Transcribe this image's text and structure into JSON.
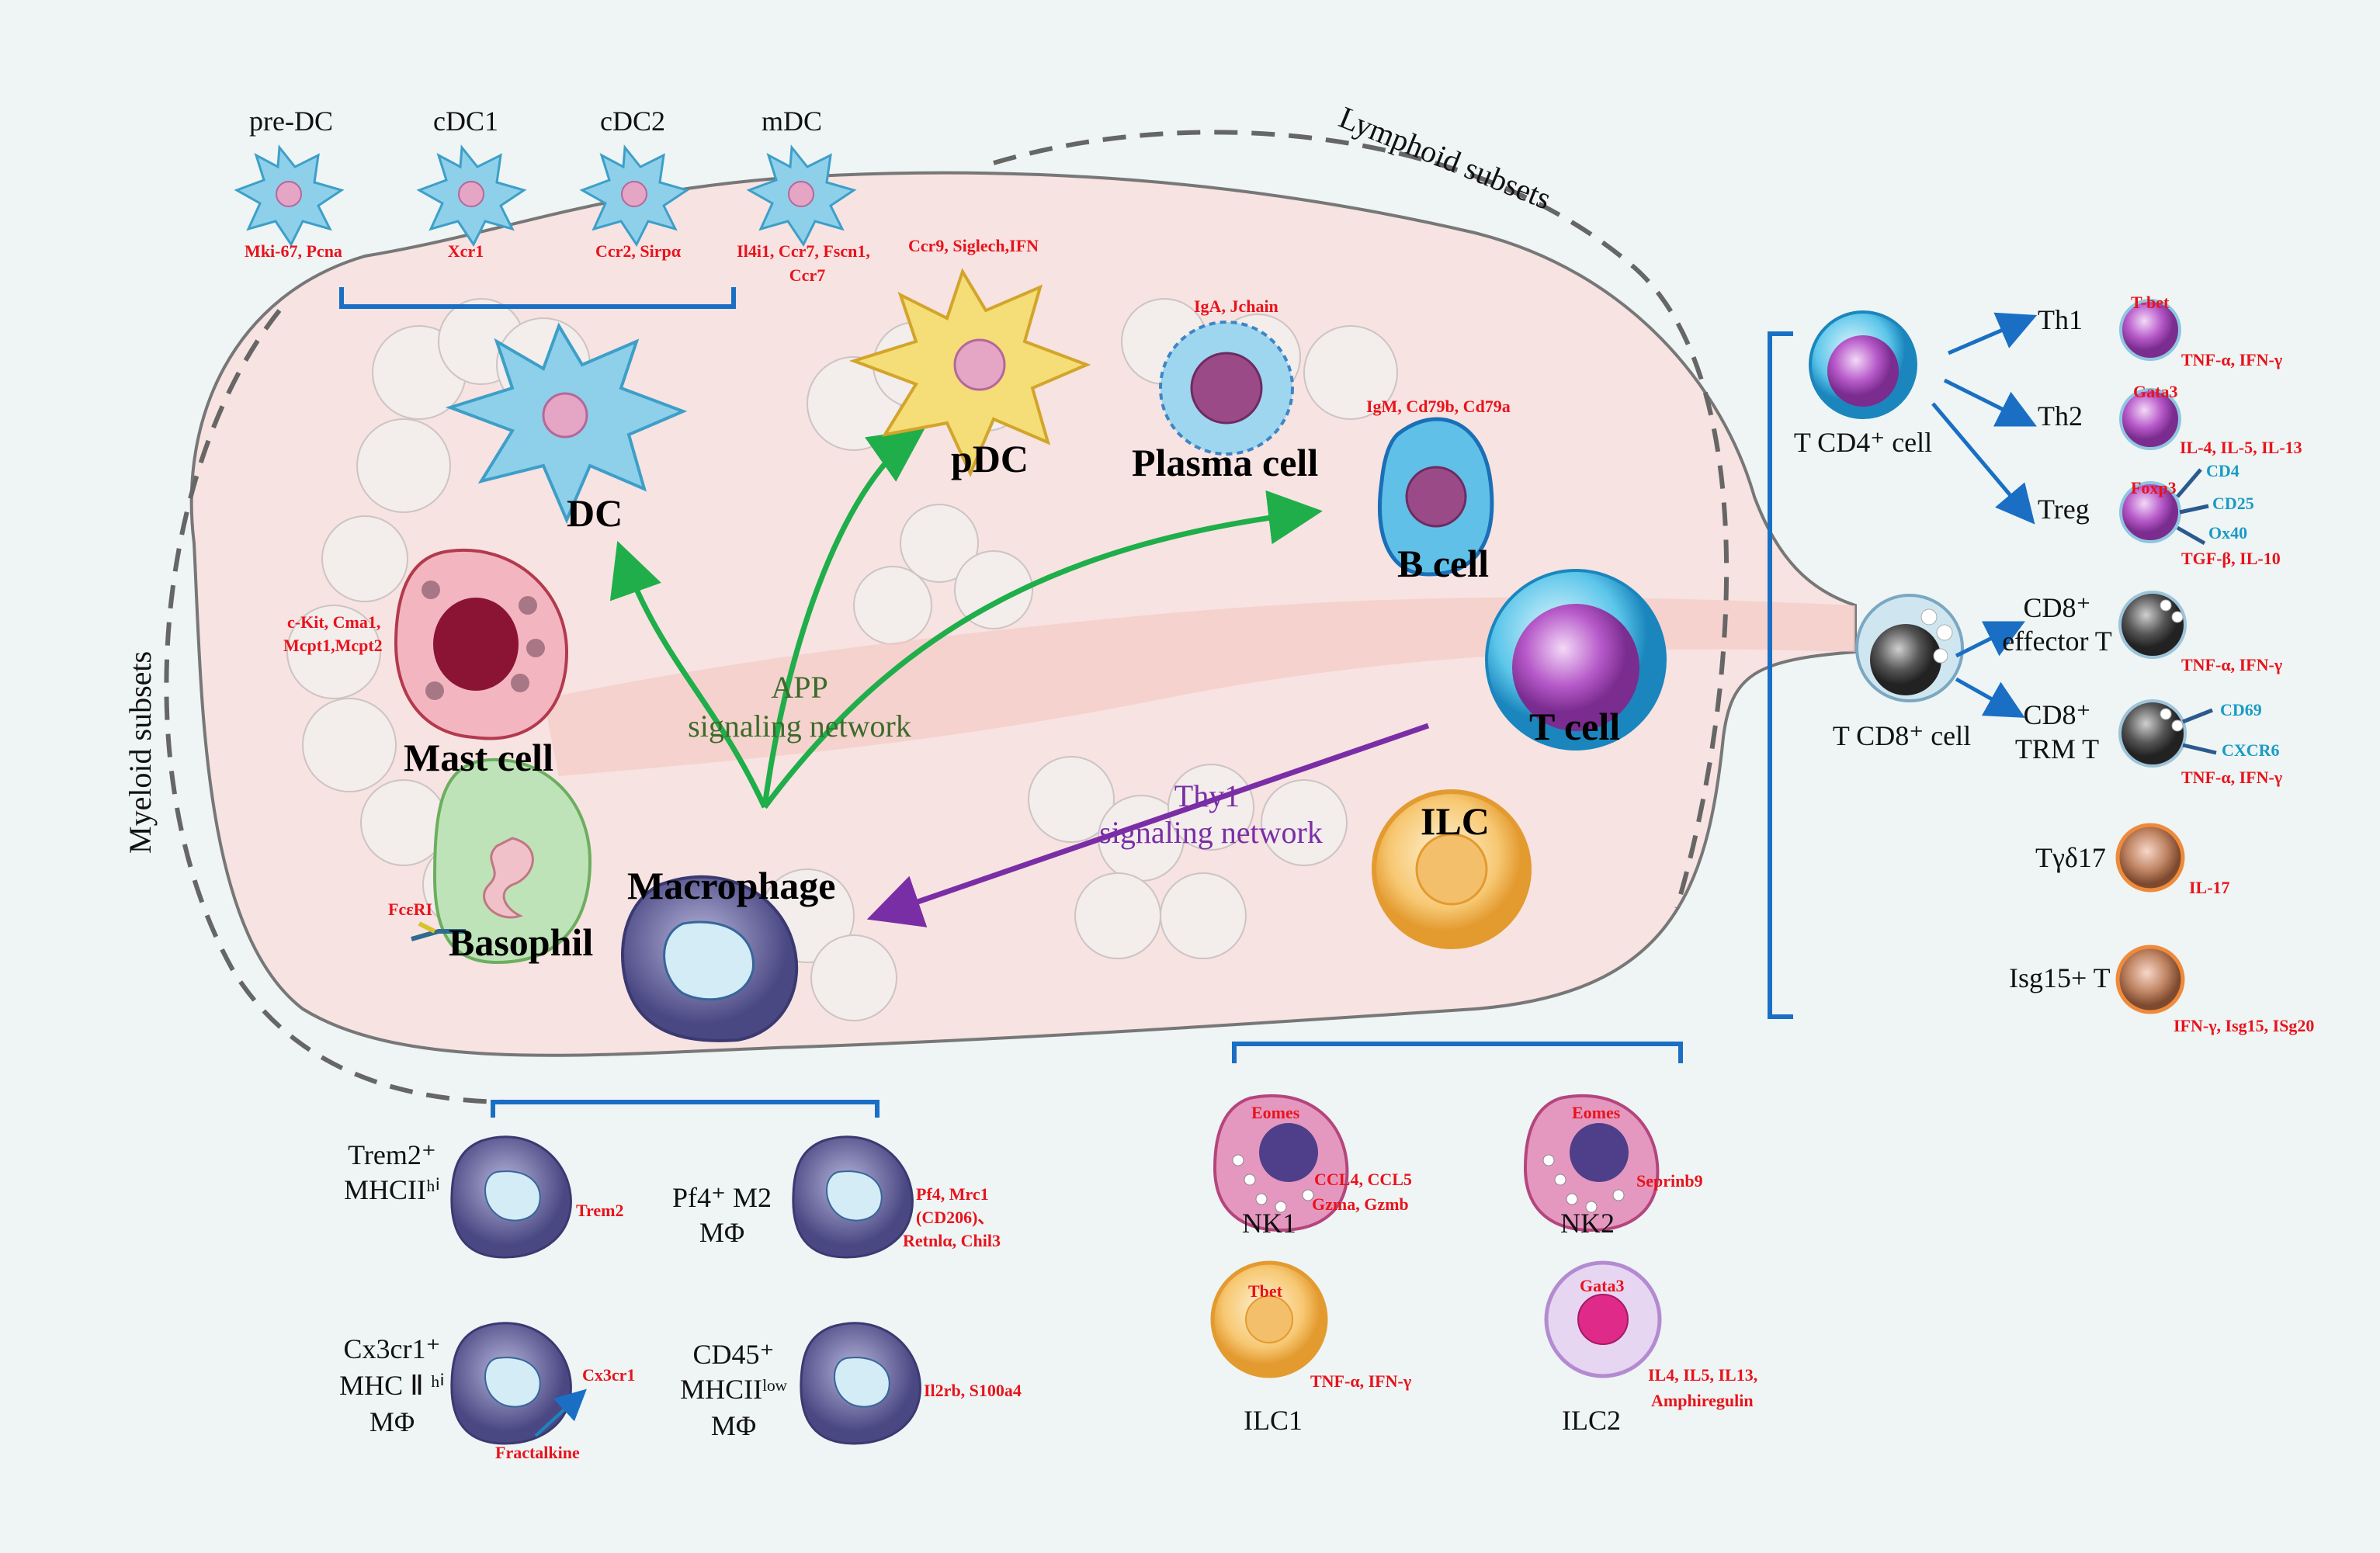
{
  "colors": {
    "marker_red": "#e8131c",
    "bracket_blue": "#1a6fc4",
    "app_arrow": "#1fae4a",
    "thy1_arrow": "#7a2ea6",
    "surface_marker": "#1a9bc4"
  },
  "regions": {
    "myeloid": "Myeloid subsets",
    "lymphoid": "Lymphoid subsets"
  },
  "networks": {
    "app": {
      "line1": "APP",
      "line2": "signaling network"
    },
    "thy1": {
      "line1": "Thy1",
      "line2": "signaling network"
    }
  },
  "dc_subsets": [
    {
      "name": "pre-DC",
      "markers": "Mki-67, Pcna"
    },
    {
      "name": "cDC1",
      "markers": "Xcr1"
    },
    {
      "name": "cDC2",
      "markers": "Ccr2, Sirpα"
    },
    {
      "name": "mDC",
      "markers": "Il4i1, Ccr7, Fscn1,",
      "markers2": "Ccr7"
    }
  ],
  "main_cells": {
    "dc": "DC",
    "pdc": {
      "name": "pDC",
      "markers": "Ccr9, Siglech,IFN"
    },
    "plasma": {
      "name": "Plasma cell",
      "markers": "IgA, Jchain"
    },
    "bcell": {
      "name": "B cell",
      "markers": "IgM, Cd79b, Cd79a"
    },
    "mast": {
      "name": "Mast cell",
      "markers1": "c-Kit, Cma1,",
      "markers2": "Mcpt1,Mcpt2"
    },
    "basophil": {
      "name": "Basophil",
      "markers": "FcεRI"
    },
    "macrophage": "Macrophage",
    "tcell": "T cell",
    "ilc": "ILC"
  },
  "macrophage_subsets": [
    {
      "line1": "Trem2⁺",
      "line2": "MHCIIʰⁱ",
      "line3": "",
      "markers": "Trem2"
    },
    {
      "line1": "Pf4⁺ M2",
      "line2": "MΦ",
      "line3": "",
      "markers": "Pf4, Mrc1",
      "markers2": "(CD206)、",
      "markers3": "Retnlα, Chil3"
    },
    {
      "line1": "Cx3cr1⁺",
      "line2": "MHC Ⅱ ʰⁱ",
      "line3": "MΦ",
      "markers": "Cx3cr1",
      "ligand": "Fractalkine"
    },
    {
      "line1": "CD45⁺",
      "line2": "MHCIIˡᵒʷ",
      "line3": "MΦ",
      "markers": "Il2rb, S100a4"
    }
  ],
  "ilc_subsets": [
    {
      "name": "NK1",
      "tf": "Eomes",
      "markers": "CCL4, CCL5",
      "markers2": "Gzma, Gzmb"
    },
    {
      "name": "NK2",
      "tf": "Eomes",
      "markers": "Seprinb9"
    },
    {
      "name": "ILC1",
      "tf": "Tbet",
      "markers": "TNF-α, IFN-γ"
    },
    {
      "name": "ILC2",
      "tf": "Gata3",
      "markers": "IL4, IL5, IL13,",
      "markers2": "Amphiregulin"
    }
  ],
  "t_subsets": {
    "cd4": {
      "label": "T CD4⁺ cell"
    },
    "cd8": {
      "label": "T CD8⁺ cell"
    },
    "th1": {
      "name": "Th1",
      "tf": "T-bet",
      "markers": "TNF-α, IFN-γ"
    },
    "th2": {
      "name": "Th2",
      "tf": "Gata3",
      "markers": "IL-4, IL-5, IL-13"
    },
    "treg": {
      "name": "Treg",
      "tf": "Foxp3",
      "surface": [
        "CD4",
        "CD25",
        "Ox40"
      ],
      "markers": "TGF-β, IL-10"
    },
    "cd8eff": {
      "line1": "CD8⁺",
      "line2": "effector T",
      "markers": "TNF-α, IFN-γ"
    },
    "cd8trm": {
      "line1": "CD8⁺",
      "line2": "TRM T",
      "surface": [
        "CD69",
        "CXCR6"
      ],
      "markers": "TNF-α, IFN-γ"
    },
    "tgd17": {
      "name": "Tγδ17",
      "markers": "IL-17"
    },
    "isg15": {
      "name": "Isg15+ T",
      "markers": "IFN-γ, Isg15, ISg20"
    }
  }
}
